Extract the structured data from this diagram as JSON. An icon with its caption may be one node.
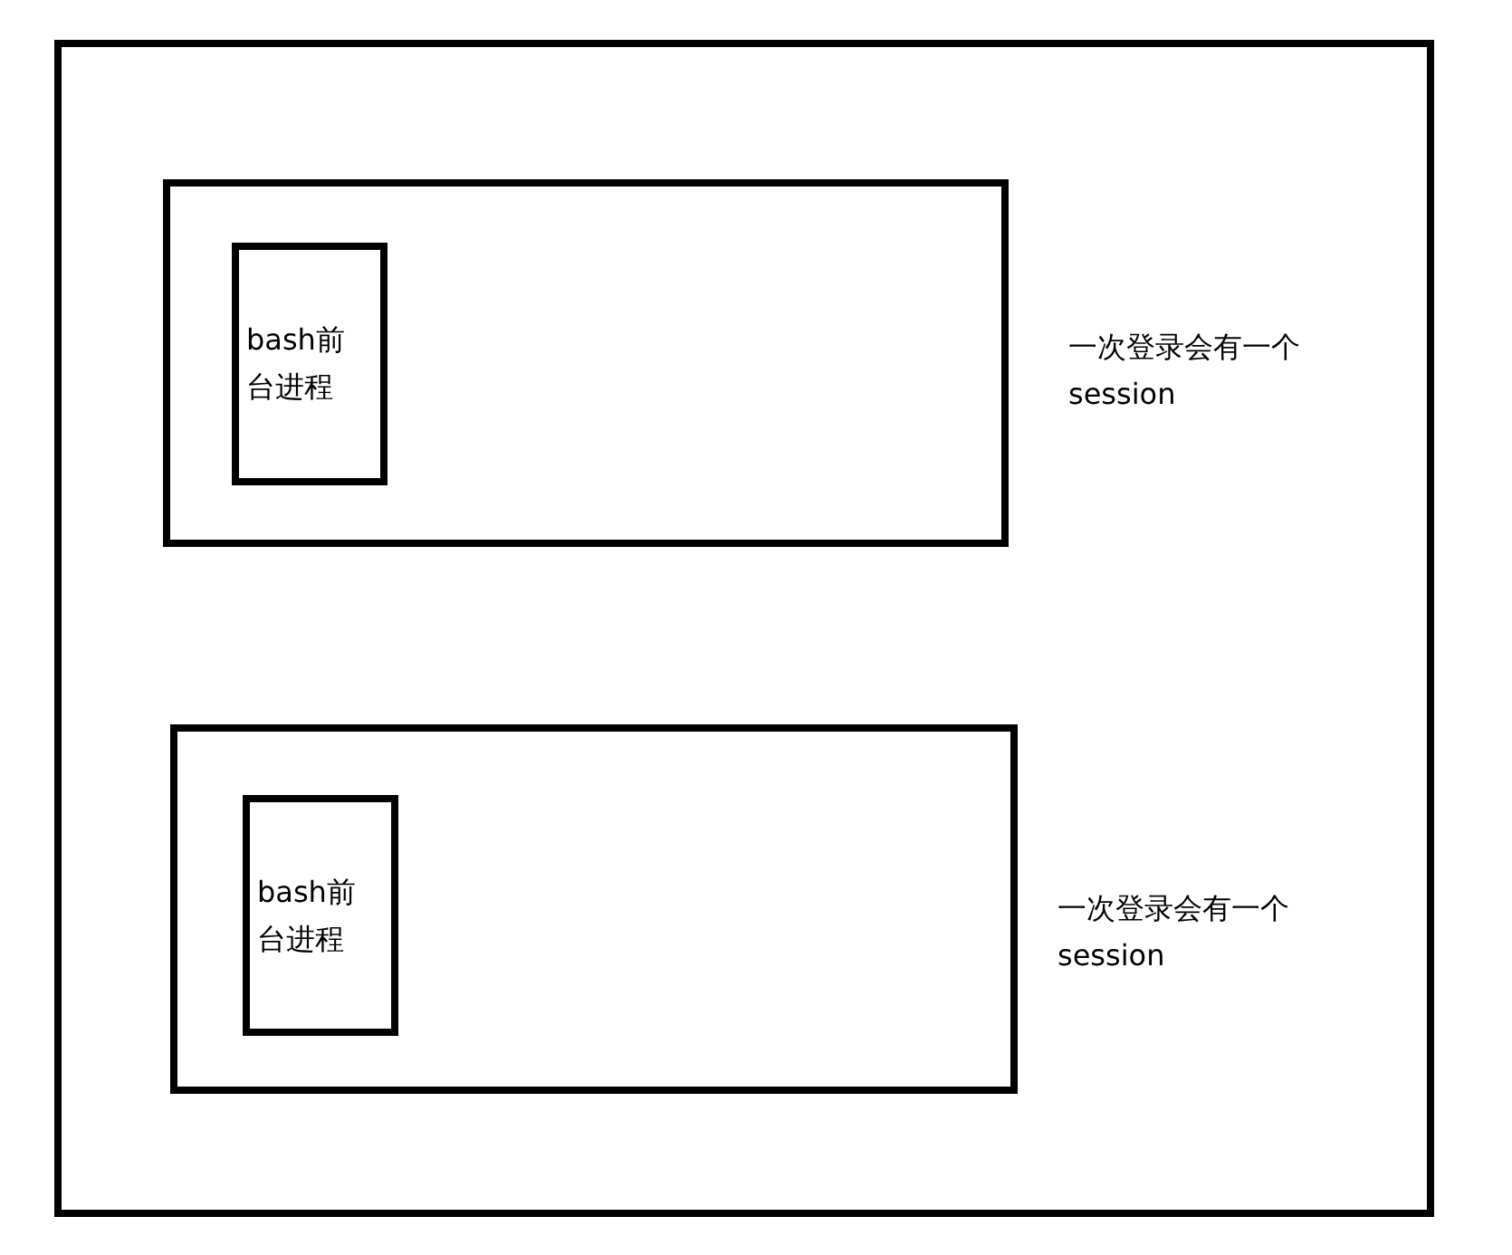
{
  "diagram": {
    "nodes": [
      {
        "text": [],
        "shape": "box"
      },
      {
        "text": [],
        "shape": "box",
        "in": 0,
        "beside": [
          "一次登录会有一个 session"
        ]
      },
      {
        "text": [
          "bash前台进程"
        ],
        "in": 1
      },
      {
        "text": [],
        "shape": "box",
        "in": 0,
        "beside": [
          "一次登录会有一个 session"
        ]
      },
      {
        "text": [
          "bash前台进程"
        ],
        "in": 3
      }
    ]
  }
}
